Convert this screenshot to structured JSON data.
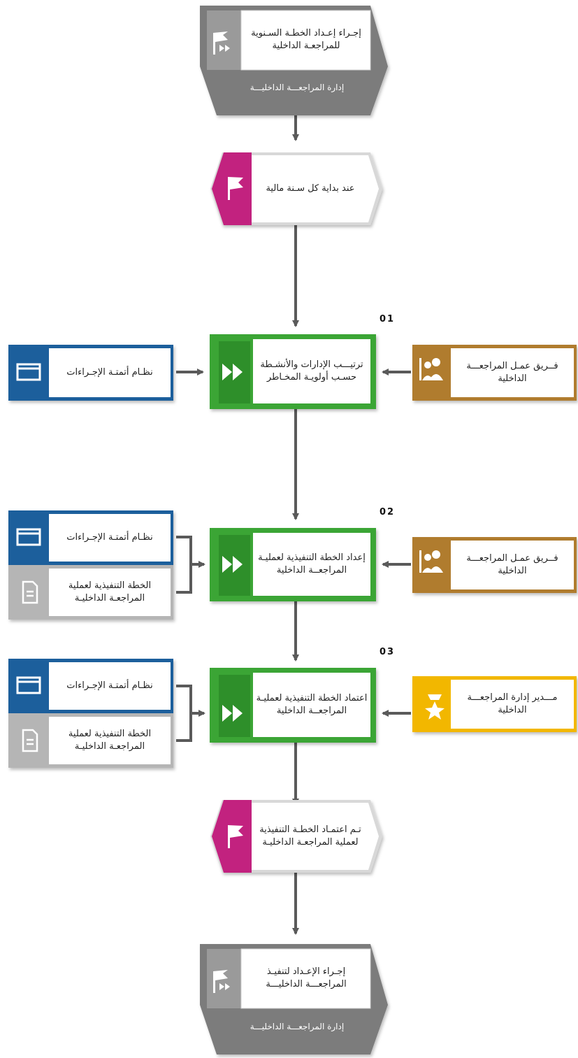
{
  "colors": {
    "process_gray": "#8c8c8c",
    "event_magenta": "#c2237f",
    "function_green": "#3aa535",
    "system_blue": "#1e5f9c",
    "role_brown": "#b07c2e",
    "role_gold": "#f2b705",
    "document_gray": "#b5b5b5",
    "connector": "#5a5a5a"
  },
  "process_start": {
    "label": "إجـراء إعـداد الخطـة السـنوية للمراجعـة الداخلية",
    "department": "إدارة المراجعـــة الداخليـــة"
  },
  "event_start": {
    "label": "عند بداية كل سـنة مالية"
  },
  "steps": [
    {
      "number": "01",
      "label": "ترتيـــب الإدارات والأنشـطة حسـب أولويـة المخـاطر",
      "role": "فــريق عمـل المراجعـــة الداخلية",
      "system": "نظـام أتمتـة الإجـراءات",
      "document": ""
    },
    {
      "number": "02",
      "label": "إعداد الخطة التنفيذية لعمليـة المراجعــة الداخلية",
      "role": "فــريق عمـل المراجعـــة الداخلية",
      "system": "نظـام أتمتـة الإجـراءات",
      "document": "الخطة التنفيذية لعملية المراجعـة الداخليـة"
    },
    {
      "number": "03",
      "label": "اعتماد الخطة التنفيذية لعمليـة المراجعــة الداخلية",
      "role": "مـــدير إدارة المراجعـــة الداخلية",
      "system": "نظـام أتمتـة الإجـراءات",
      "document": "الخطة التنفيذية لعملية المراجعـة الداخليـة"
    }
  ],
  "event_end": {
    "label": "تـم اعتمـاد الخطـة التنفيذية لعملية المراجعـة الداخليـة"
  },
  "process_end": {
    "label": "إجـراء الإعـداد لتنفيـذ المراجعـــة الداخليـــة",
    "department": "إدارة المراجعـــة الداخليـــة"
  }
}
